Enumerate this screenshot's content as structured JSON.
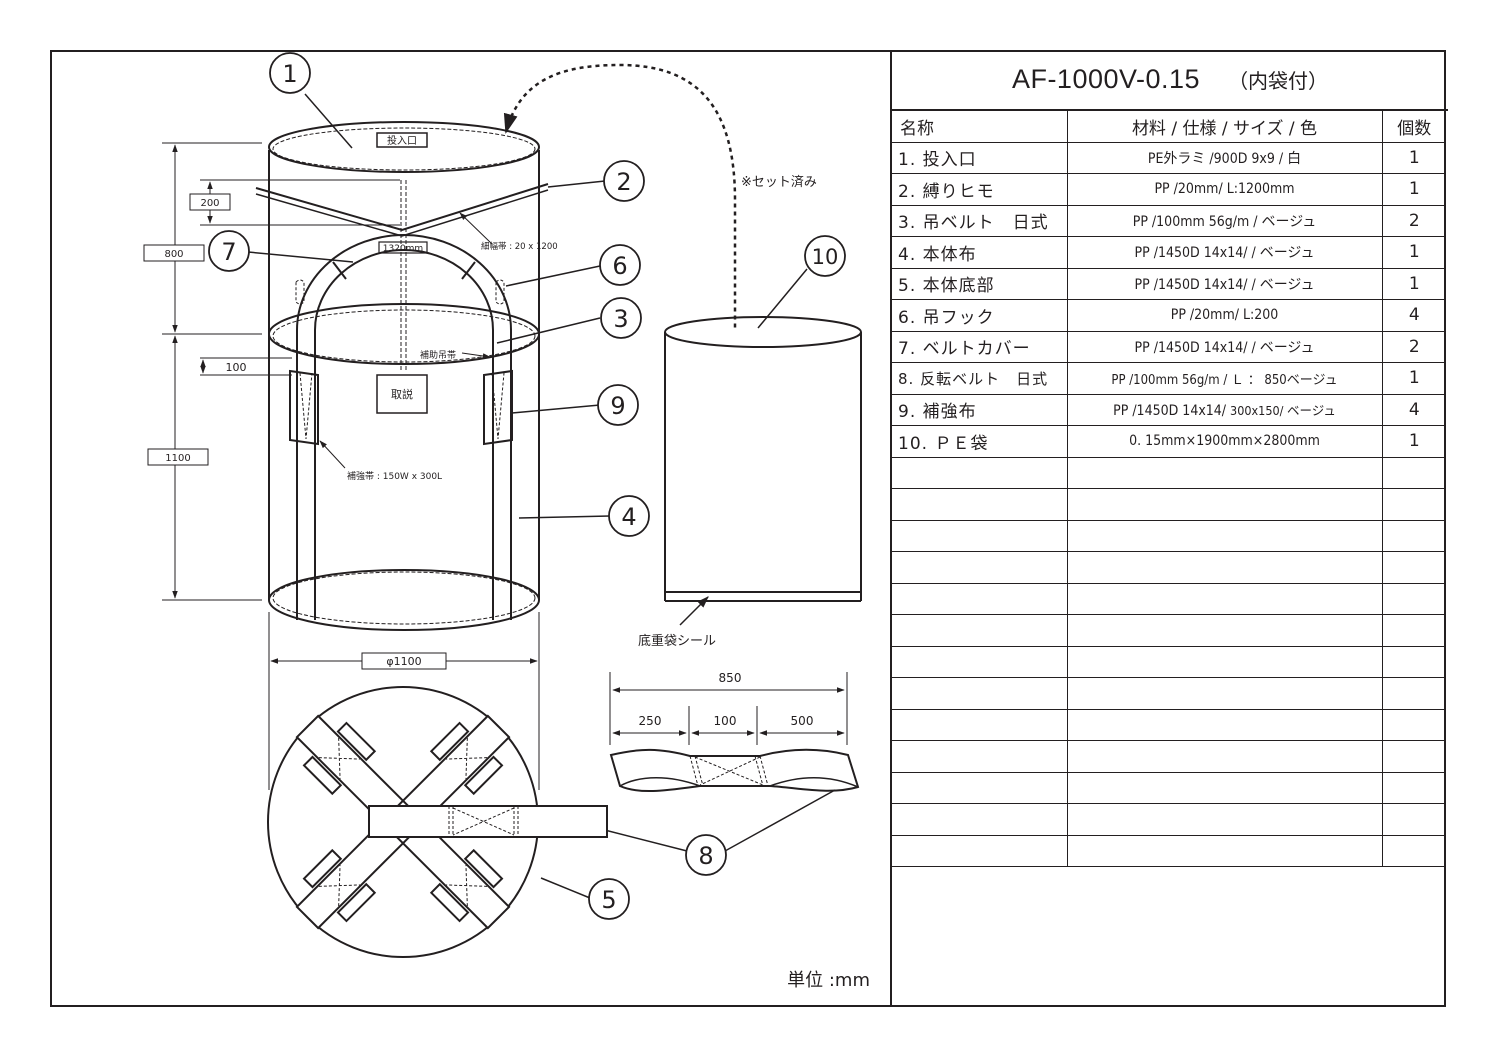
{
  "title": {
    "model": "AF-1000V-0.15",
    "suffix": "（内袋付）"
  },
  "parts_table": {
    "headers": {
      "name": "名称",
      "spec": "材料 / 仕様 / サイズ / 色",
      "qty": "個数"
    },
    "rows": [
      {
        "name": "1. 投入口",
        "spec": "PE外ラミ /900D 9x9 / 白",
        "qty": "1"
      },
      {
        "name": "2. 縛りヒモ",
        "spec": "PP /20mm/ L:1200mm",
        "qty": "1"
      },
      {
        "name": "3. 吊ベルト　日式",
        "spec": "PP /100mm 56g/m / ベージュ",
        "qty": "2"
      },
      {
        "name": "4. 本体布",
        "spec": "PP /1450D 14x14/ / ベージュ",
        "qty": "1"
      },
      {
        "name": "5. 本体底部",
        "spec": "PP /1450D 14x14/ / ベージュ",
        "qty": "1"
      },
      {
        "name": "6. 吊フック",
        "spec": "PP /20mm/ L:200",
        "qty": "4"
      },
      {
        "name": "7. ベルトカバー",
        "spec": "PP /1450D 14x14/ / ベージュ",
        "qty": "2"
      },
      {
        "name": "8. 反転ベルト　日式",
        "spec": "PP /100mm 56g/m / Ｌ ： 850ベージュ",
        "qty": "1"
      },
      {
        "name": "9. 補強布",
        "spec_main": "PP /1450D 14x14/ ",
        "spec_small": "300x150/ ベージュ",
        "qty": "4"
      },
      {
        "name": "10. ＰＥ袋",
        "spec": "0. 15mm×1900mm×2800mm",
        "qty": "1"
      }
    ],
    "empty_rows": 13
  },
  "drawing": {
    "callouts": [
      "1",
      "2",
      "3",
      "4",
      "5",
      "6",
      "7",
      "8",
      "9",
      "10"
    ],
    "labels": {
      "inlet": "投入口",
      "instructions": "取説",
      "narrow_band": "細幅帯 : 20 x 1200",
      "aux_strap": "補助吊帯",
      "reinforce_band": "補強帯 : 150W x 300L",
      "cover_length": "1320mm",
      "preset_note": "※セット済み",
      "bottom_seal": "底重袋シール",
      "unit": "単位 :mm"
    },
    "dimensions": {
      "total_height_upper": "800",
      "tie_drop": "200",
      "body_height": "1100",
      "patch_offset": "100",
      "diameter": "φ1100",
      "belt_total": "850",
      "belt_seg_1": "250",
      "belt_seg_2": "100",
      "belt_seg_3": "500"
    }
  }
}
